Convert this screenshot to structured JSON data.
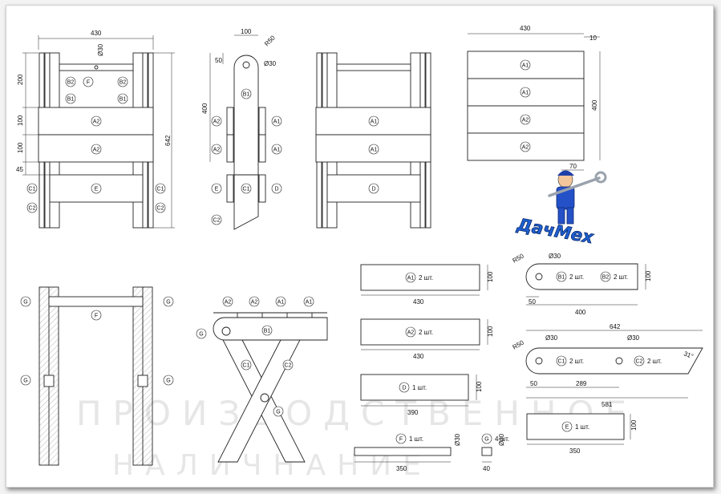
{
  "brand": {
    "name": "ДачМех"
  },
  "watermark": {
    "line1": "ПРОИЗВОДСТВЕННОЕ",
    "line2": "НАЛИЧНАНИЕ"
  },
  "view1": {
    "w": "430",
    "h_total": "642",
    "d30": "Ø30",
    "s200": "200",
    "s100a": "100",
    "s100b": "100",
    "s45": "45",
    "b2a": "B2",
    "f": "F",
    "b2b": "B2",
    "b1a": "B1",
    "b1b": "B1",
    "a2a": "A2",
    "a2b": "A2",
    "c1l": "C1",
    "e": "E",
    "c1r": "C1",
    "c2l": "C2",
    "c2r": "C2"
  },
  "view2": {
    "w100": "100",
    "r50": "R50",
    "s50": "50",
    "d30": "Ø30",
    "s400": "400",
    "b1": "B1",
    "a2a": "A2",
    "a1a": "A1",
    "a2b": "A2",
    "a1b": "A1",
    "e": "E",
    "c1": "C1",
    "d": "D",
    "c2": "C2"
  },
  "view3": {
    "a1a": "A1",
    "a1b": "A1",
    "d": "D"
  },
  "view4": {
    "w430": "430",
    "s10": "10",
    "s400": "400",
    "s70": "70",
    "a1a": "A1",
    "a1b": "A1",
    "a2a": "A2",
    "a2b": "A2"
  },
  "view5": {
    "g1": "G",
    "g2": "G",
    "f": "F",
    "g3": "G",
    "g4": "G"
  },
  "view6": {
    "a2a": "A2",
    "a2b": "A2",
    "a1a": "A1",
    "a1b": "A1",
    "g1": "G",
    "b1": "B1",
    "c1": "C1",
    "c2": "C2",
    "g2": "G"
  },
  "partA1": {
    "label": "A1",
    "qty": "2 шт.",
    "len": "430",
    "h": "100"
  },
  "partA2": {
    "label": "A2",
    "qty": "2 шт.",
    "len": "430",
    "h": "100"
  },
  "partD": {
    "label": "D",
    "qty": "1 шт.",
    "len": "390",
    "h": "100"
  },
  "partF": {
    "label": "F",
    "qty": "1 шт.",
    "len": "350",
    "d": "Ø30"
  },
  "partG": {
    "label": "G",
    "qty": "4 шт.",
    "len": "40",
    "d": "Ø30"
  },
  "partB": {
    "r50": "R50",
    "d30": "Ø30",
    "b1": "B1",
    "qty1": "2 шт.",
    "b2": "B2",
    "qty2": "2 шт.",
    "s50": "50",
    "len": "400",
    "h": "100"
  },
  "partC": {
    "total": "642",
    "d30a": "Ø30",
    "d30b": "Ø30",
    "r50": "R50",
    "c1": "C1",
    "qty1": "2 шт.",
    "c2": "C2",
    "qty2": "2 шт.",
    "ang": "31°",
    "s50": "50",
    "s289": "289",
    "s581": "581"
  },
  "partE": {
    "label": "E",
    "qty": "1 шт.",
    "len": "350",
    "h": "100"
  }
}
